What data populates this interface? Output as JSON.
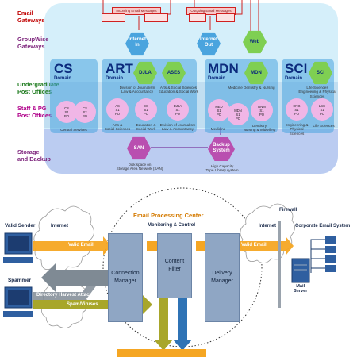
{
  "top": {
    "left_labels": [
      {
        "id": "email-gateways",
        "text": "Email\nGateways",
        "color": "#c00000"
      },
      {
        "id": "groupwise-gateways",
        "text": "GroupWise\nGateways",
        "color": "#7a1f79"
      },
      {
        "id": "undergrad-post-offices",
        "text": "Undergraduate\nPost Offices",
        "color": "#1e7b1e"
      },
      {
        "id": "staff-pg-post-offices",
        "text": "Staff & PG\nPost Offices",
        "color": "#b0008a"
      },
      {
        "id": "storage-backup",
        "text": "Storage\nand Backup",
        "color": "#7a1f79"
      }
    ],
    "gateway_tags": {
      "incoming": "Incoming Email Messages",
      "outgoing": "Outgoing Email Messages"
    },
    "gateway_hexes": {
      "internet_in": "Internet\nIn",
      "internet_out": "Internet\nOut",
      "web": "Web"
    },
    "domains": {
      "cs": {
        "code": "CS",
        "sub": "Domain",
        "footer": "Central Services"
      },
      "art": {
        "code": "ART",
        "sub": "Domain",
        "hex": "DJLA",
        "hex_caption": "Division of Journalism\nLaw & Accountancy",
        "footer_a": "Arts &\nSocial Sciences",
        "footer_b": "Education &\nSocial Work",
        "footer_c": "Division of Journalism\nLaw & Accountancy"
      },
      "ases": {
        "hex": "ASES",
        "hex_caption": "Arts & Social Sciences\nEducation & Social Work"
      },
      "mdn": {
        "code": "MDN",
        "sub": "Domain",
        "hex": "MDN",
        "hex_caption": "Medicine Dentistry & Nursing",
        "footer_a": "Medicine",
        "footer_b": "Dentistry\nNursing & Midwifery"
      },
      "sci": {
        "code": "SCI",
        "sub": "Domain",
        "hex": "SCI",
        "hex_caption": "Life Sciences\nEngineering & Physical Sciences",
        "footer_a": "Engineering &\nPhysical Sciences",
        "footer_b": "Life Sciences"
      }
    },
    "post_offices": [
      {
        "id": "cs-s1",
        "label": "CS\nS1\nPO"
      },
      {
        "id": "cs-s2",
        "label": "CS\nS2\nPO"
      },
      {
        "id": "as-s1",
        "label": "AS\nS1\nPO"
      },
      {
        "id": "es-s1",
        "label": "ES\nS1\nPO"
      },
      {
        "id": "djla-s1",
        "label": "DJLA\nS1\nPO"
      },
      {
        "id": "med-s1",
        "label": "MED\nS1\nPO"
      },
      {
        "id": "mdn-s1",
        "label": "MDN\nS1\nPO"
      },
      {
        "id": "dnm-s1",
        "label": "DNM\nS1\nPO"
      },
      {
        "id": "eng-s1",
        "label": "ENG\nS1\nPO"
      },
      {
        "id": "lsc-s1",
        "label": "LSC\nS1\nPO"
      }
    ],
    "storage": {
      "san": "SAN",
      "san_caption": "Disk space on\nStorage Area Network (SAN)",
      "backup": "Backup\nSystem",
      "backup_caption": "High Capacity\nTape Library system"
    }
  },
  "bottom": {
    "title": "Email Processing Center",
    "monitoring": "Monitoring & Control",
    "valid_sender": "Valid Sender",
    "spammer": "Spammer",
    "internet_left": "Internet",
    "internet_right": "Internet",
    "firewall": "Firewall",
    "corporate": "Corporate Email System",
    "mail_server": "Mail\nServer",
    "valid_email_left": "Valid Email",
    "valid_email_right": "Valid Email",
    "dha": "Directory Harvest Attack",
    "spam_viruses": "Spam/Viruses",
    "spam": "Spam",
    "viruses": "Viruses",
    "boxes": {
      "connection": "Connection\nManager",
      "content": "Content\nFilter",
      "delivery": "Delivery\nManager"
    }
  },
  "colors": {
    "panel": "#d5effa",
    "band": "#bcd9ef",
    "domain_box": "#4aa4de",
    "hex_green": "#7fcf52",
    "hex_blue": "#4aa4de",
    "po_pink": "#f0b6e6",
    "arrow_orange": "#f5a623",
    "arrow_grey": "#7f8a94",
    "arrow_olive": "#a8a62a",
    "arrow_blue": "#2f73b5"
  }
}
